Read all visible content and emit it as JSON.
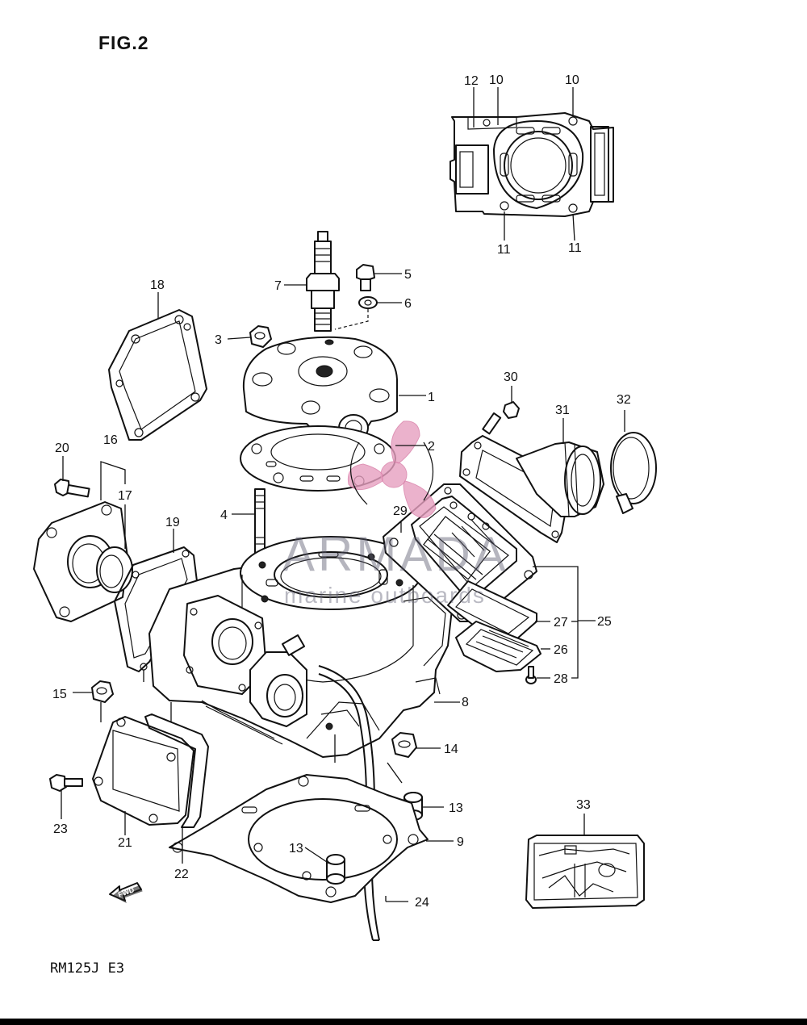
{
  "figure": {
    "title": "FIG.2",
    "model_code": "RM125J  E3"
  },
  "watermark": {
    "brand": "ARMADA",
    "tagline": "marine outboards"
  },
  "fwd_arrow_label": "FWD",
  "callouts": [
    {
      "id": "c1",
      "label": "1"
    },
    {
      "id": "c2",
      "label": "2"
    },
    {
      "id": "c3",
      "label": "3"
    },
    {
      "id": "c4",
      "label": "4"
    },
    {
      "id": "c5",
      "label": "5"
    },
    {
      "id": "c6",
      "label": "6"
    },
    {
      "id": "c7",
      "label": "7"
    },
    {
      "id": "c8",
      "label": "8"
    },
    {
      "id": "c9",
      "label": "9"
    },
    {
      "id": "c10a",
      "label": "10"
    },
    {
      "id": "c10b",
      "label": "10"
    },
    {
      "id": "c11a",
      "label": "11"
    },
    {
      "id": "c11b",
      "label": "11"
    },
    {
      "id": "c12",
      "label": "12"
    },
    {
      "id": "c13a",
      "label": "13"
    },
    {
      "id": "c13b",
      "label": "13"
    },
    {
      "id": "c14",
      "label": "14"
    },
    {
      "id": "c15",
      "label": "15"
    },
    {
      "id": "c16",
      "label": "16"
    },
    {
      "id": "c17",
      "label": "17"
    },
    {
      "id": "c18",
      "label": "18"
    },
    {
      "id": "c19",
      "label": "19"
    },
    {
      "id": "c20",
      "label": "20"
    },
    {
      "id": "c21",
      "label": "21"
    },
    {
      "id": "c22",
      "label": "22"
    },
    {
      "id": "c23",
      "label": "23"
    },
    {
      "id": "c24",
      "label": "24"
    },
    {
      "id": "c25",
      "label": "25"
    },
    {
      "id": "c26",
      "label": "26"
    },
    {
      "id": "c27",
      "label": "27"
    },
    {
      "id": "c28",
      "label": "28"
    },
    {
      "id": "c29",
      "label": "29"
    },
    {
      "id": "c30",
      "label": "30"
    },
    {
      "id": "c31",
      "label": "31"
    },
    {
      "id": "c32",
      "label": "32"
    },
    {
      "id": "c33",
      "label": "33"
    }
  ]
}
